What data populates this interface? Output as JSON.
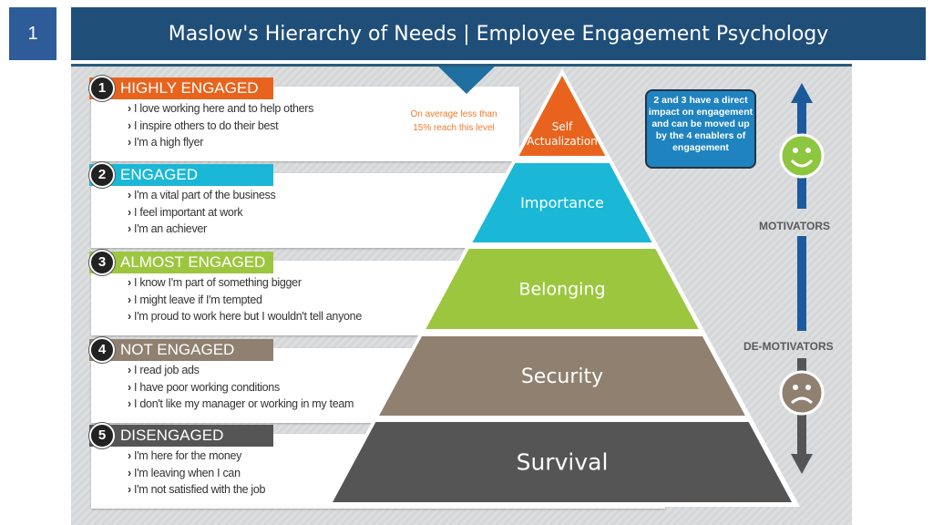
{
  "slide_number": "1",
  "title": "Maslow's Hierarchy of Needs | Employee Engagement Psychology",
  "levels": [
    {
      "num": "1",
      "label": "HIGHLY ENGAGED",
      "color": "#e8641e",
      "items": [
        "I love working here and to help others",
        "I inspire others to do their best",
        "I'm a high flyer"
      ]
    },
    {
      "num": "2",
      "label": "ENGAGED",
      "color": "#1ab8d6",
      "items": [
        "I'm a vital part of the business",
        "I feel important at work",
        "I'm an achiever"
      ]
    },
    {
      "num": "3",
      "label": "ALMOST ENGAGED",
      "color": "#9dc63f",
      "items": [
        "I know I'm part of something bigger",
        "I might leave if I'm tempted",
        "I'm proud to work here but I wouldn't tell anyone"
      ]
    },
    {
      "num": "4",
      "label": "NOT ENGAGED",
      "color": "#8f8070",
      "items": [
        "I read job ads",
        "I have poor working conditions",
        "I don't like my manager or working in my team"
      ]
    },
    {
      "num": "5",
      "label": "DISENGAGED",
      "color": "#555555",
      "items": [
        "I'm here for the money",
        "I'm leaving when I can",
        "I'm not satisfied with the job"
      ]
    }
  ],
  "pyramid": [
    "Self Actualization",
    "Importance",
    "Belonging",
    "Security",
    "Survival"
  ],
  "note": "On average less than 15% reach this level",
  "info_box": "2 and 3 have a direct impact on engagement and can be moved up by the 4 enablers of engagement",
  "motivators": "MOTIVATORS",
  "demotivators": "DE-MOTIVATORS"
}
